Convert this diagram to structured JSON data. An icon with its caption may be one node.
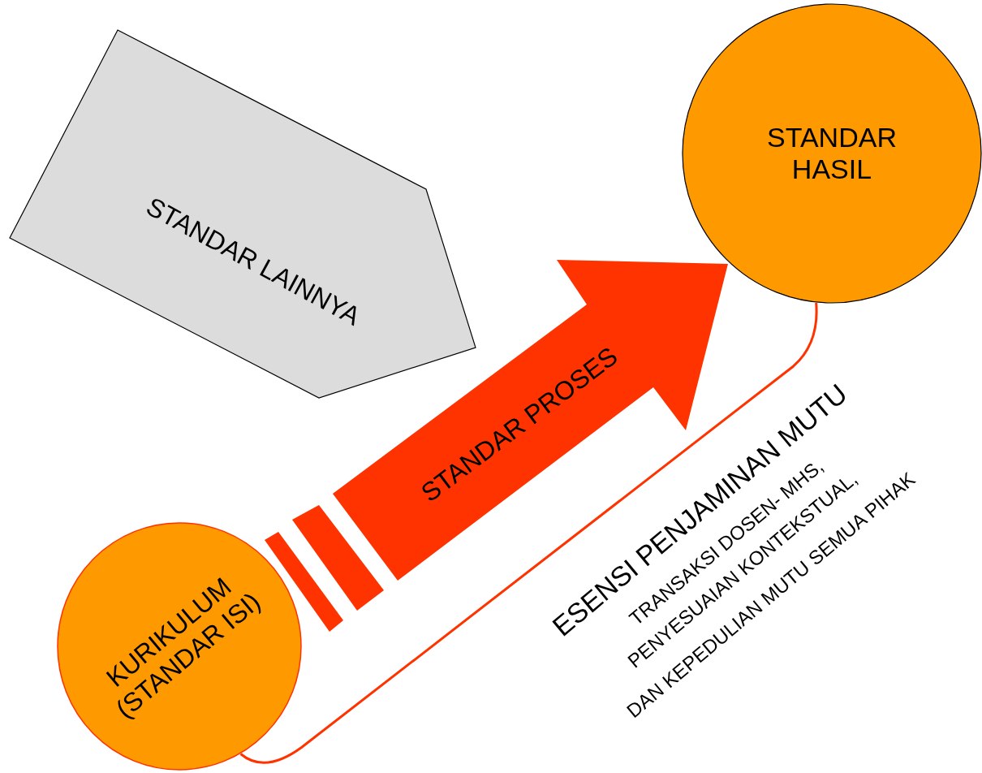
{
  "diagram": {
    "nodes": [
      {
        "text": [
          "STANDAR LAINNYA"
        ]
      },
      {
        "text": [
          "STANDAR HASIL"
        ]
      },
      {
        "text": [
          "KURIKULUM (STANDAR ISI)"
        ]
      },
      {
        "text": [
          "STANDAR PROSES"
        ]
      }
    ],
    "edges": [
      {
        "from": 2,
        "to": 1,
        "arrow": "none"
      }
    ],
    "labels": [
      "ESENSI PENJAMINAN MUTU",
      "TRANSAKSI DOSEN- MHS,",
      "PENYESUAIAN KONTEKSTUAL,",
      "DAN KEPEDULIAN MUTU SEMUA PIHAK"
    ]
  }
}
